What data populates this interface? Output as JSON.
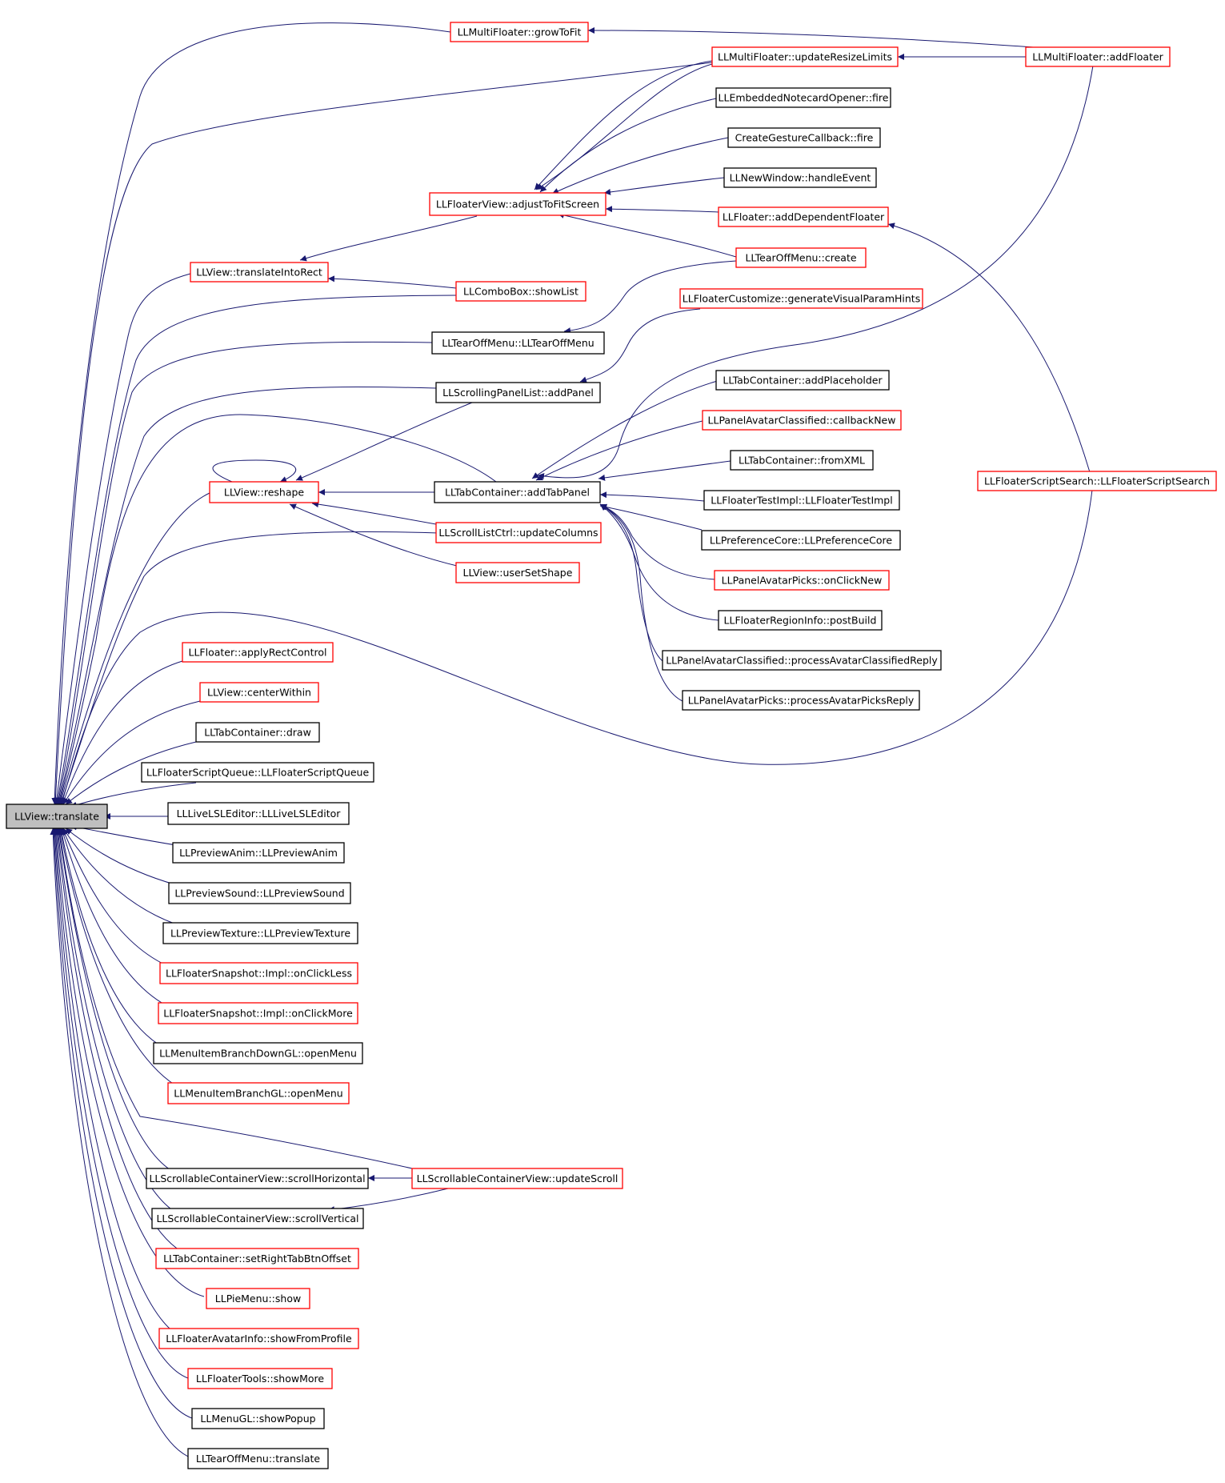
{
  "colors": {
    "edge": "#191970",
    "linked_border": "#ff0000",
    "plain_border": "#000000",
    "root_fill": "#bfbfbf"
  },
  "nodes": {
    "root": {
      "label": "LLView::translate",
      "kind": "root"
    },
    "growToFit": {
      "label": "LLMultiFloater::growToFit",
      "kind": "linked"
    },
    "updateResizeLimits": {
      "label": "LLMultiFloater::updateResizeLimits",
      "kind": "linked"
    },
    "addFloater": {
      "label": "LLMultiFloater::addFloater",
      "kind": "linked"
    },
    "notecardFire": {
      "label": "LLEmbeddedNotecardOpener::fire",
      "kind": "plain"
    },
    "gestureFire": {
      "label": "CreateGestureCallback::fire",
      "kind": "plain"
    },
    "newWindow": {
      "label": "LLNewWindow::handleEvent",
      "kind": "plain"
    },
    "adjustToFitScreen": {
      "label": "LLFloaterView::adjustToFitScreen",
      "kind": "linked"
    },
    "addDependentFloater": {
      "label": "LLFloater::addDependentFloater",
      "kind": "linked"
    },
    "tearOffCreate": {
      "label": "LLTearOffMenu::create",
      "kind": "linked"
    },
    "translateIntoRect": {
      "label": "LLView::translateIntoRect",
      "kind": "linked"
    },
    "showList": {
      "label": "LLComboBox::showList",
      "kind": "linked"
    },
    "genVisualParamHints": {
      "label": "LLFloaterCustomize::generateVisualParamHints",
      "kind": "linked"
    },
    "tearOffCtor": {
      "label": "LLTearOffMenu::LLTearOffMenu",
      "kind": "plain"
    },
    "addPanelScroll": {
      "label": "LLScrollingPanelList::addPanel",
      "kind": "plain"
    },
    "addPlaceholder": {
      "label": "LLTabContainer::addPlaceholder",
      "kind": "plain"
    },
    "callbackNew": {
      "label": "LLPanelAvatarClassified::callbackNew",
      "kind": "linked"
    },
    "fromXML": {
      "label": "LLTabContainer::fromXML",
      "kind": "plain"
    },
    "reshape": {
      "label": "LLView::reshape",
      "kind": "linked"
    },
    "addTabPanel": {
      "label": "LLTabContainer::addTabPanel",
      "kind": "plain"
    },
    "scriptSearch": {
      "label": "LLFloaterScriptSearch::LLFloaterScriptSearch",
      "kind": "linked"
    },
    "testImpl": {
      "label": "LLFloaterTestImpl::LLFloaterTestImpl",
      "kind": "plain"
    },
    "updateColumns": {
      "label": "LLScrollListCtrl::updateColumns",
      "kind": "linked"
    },
    "prefCore": {
      "label": "LLPreferenceCore::LLPreferenceCore",
      "kind": "plain"
    },
    "userSetShape": {
      "label": "LLView::userSetShape",
      "kind": "linked"
    },
    "picksOnClickNew": {
      "label": "LLPanelAvatarPicks::onClickNew",
      "kind": "linked"
    },
    "regionPostBuild": {
      "label": "LLFloaterRegionInfo::postBuild",
      "kind": "plain"
    },
    "classifiedReply": {
      "label": "LLPanelAvatarClassified::processAvatarClassifiedReply",
      "kind": "plain"
    },
    "picksReply": {
      "label": "LLPanelAvatarPicks::processAvatarPicksReply",
      "kind": "plain"
    },
    "applyRectControl": {
      "label": "LLFloater::applyRectControl",
      "kind": "linked"
    },
    "centerWithin": {
      "label": "LLView::centerWithin",
      "kind": "linked"
    },
    "tabDraw": {
      "label": "LLTabContainer::draw",
      "kind": "plain"
    },
    "scriptQueue": {
      "label": "LLFloaterScriptQueue::LLFloaterScriptQueue",
      "kind": "plain"
    },
    "liveLSL": {
      "label": "LLLiveLSLEditor::LLLiveLSLEditor",
      "kind": "plain"
    },
    "previewAnim": {
      "label": "LLPreviewAnim::LLPreviewAnim",
      "kind": "plain"
    },
    "previewSound": {
      "label": "LLPreviewSound::LLPreviewSound",
      "kind": "plain"
    },
    "previewTexture": {
      "label": "LLPreviewTexture::LLPreviewTexture",
      "kind": "plain"
    },
    "snapLess": {
      "label": "LLFloaterSnapshot::Impl::onClickLess",
      "kind": "linked"
    },
    "snapMore": {
      "label": "LLFloaterSnapshot::Impl::onClickMore",
      "kind": "linked"
    },
    "branchDownOpen": {
      "label": "LLMenuItemBranchDownGL::openMenu",
      "kind": "plain"
    },
    "branchOpen": {
      "label": "LLMenuItemBranchGL::openMenu",
      "kind": "linked"
    },
    "scrollHorizontal": {
      "label": "LLScrollableContainerView::scrollHorizontal",
      "kind": "plain"
    },
    "updateScroll": {
      "label": "LLScrollableContainerView::updateScroll",
      "kind": "linked"
    },
    "scrollVertical": {
      "label": "LLScrollableContainerView::scrollVertical",
      "kind": "plain"
    },
    "setRightTab": {
      "label": "LLTabContainer::setRightTabBtnOffset",
      "kind": "linked"
    },
    "pieShow": {
      "label": "LLPieMenu::show",
      "kind": "linked"
    },
    "avatarInfo": {
      "label": "LLFloaterAvatarInfo::showFromProfile",
      "kind": "linked"
    },
    "toolsShowMore": {
      "label": "LLFloaterTools::showMore",
      "kind": "linked"
    },
    "menuPopup": {
      "label": "LLMenuGL::showPopup",
      "kind": "plain"
    },
    "tearOffTranslate": {
      "label": "LLTearOffMenu::translate",
      "kind": "plain"
    }
  }
}
